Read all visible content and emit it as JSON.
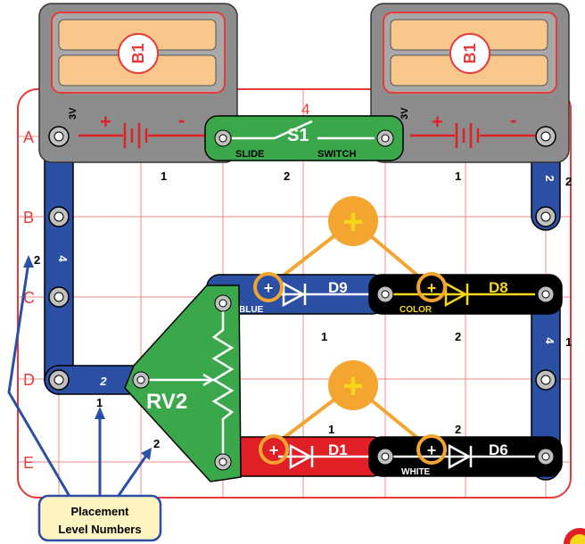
{
  "rows": [
    "A",
    "B",
    "C",
    "D",
    "E"
  ],
  "batteries": [
    {
      "label": "B1",
      "voltage": "3V",
      "plus": "+",
      "minus": "-"
    },
    {
      "label": "B1",
      "voltage": "3V",
      "plus": "+",
      "minus": "-"
    }
  ],
  "switch": {
    "label": "S1",
    "word1": "SLIDE",
    "word2": "SWITCH",
    "number": "4"
  },
  "potentiometer": {
    "label": "RV2"
  },
  "leds": [
    {
      "label": "D9",
      "sub": "BLUE",
      "color": "#2b4fa3"
    },
    {
      "label": "D8",
      "sub": "COLOR",
      "color": "#000000"
    },
    {
      "label": "D1",
      "sub": "",
      "color": "#e02026"
    },
    {
      "label": "D6",
      "sub": "WHITE",
      "color": "#000000"
    }
  ],
  "wire_numbers": {
    "left_vertical": "4",
    "right_top": "2",
    "right_bottom": "4",
    "d_row": "2"
  },
  "level_numbers": [
    "1",
    "2",
    "1",
    "2",
    "1",
    "2",
    "1",
    "2",
    "1",
    "2",
    "1",
    "2"
  ],
  "plus_symbol": "+",
  "callout": {
    "line1": "Placement",
    "line2": "Level Numbers"
  },
  "colors": {
    "grid": "#e83a3a",
    "blue": "#2b4fa3",
    "green": "#3aa84a",
    "red": "#e02026",
    "yellow": "#f5d81c",
    "orange": "#f4a52f",
    "battery": "#f9c78c"
  }
}
